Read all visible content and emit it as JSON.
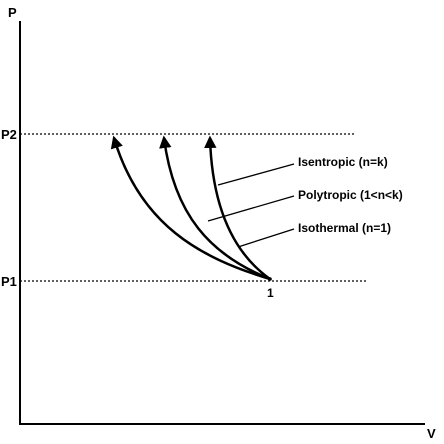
{
  "colors": {
    "background": "#ffffff",
    "ink": "#000000"
  },
  "axes": {
    "y_label": "P",
    "x_label": "V"
  },
  "pressure_levels": {
    "p1_label": "P1",
    "p2_label": "P2"
  },
  "state_point": {
    "label": "1"
  },
  "processes": [
    {
      "label": "Isentropic (n=k)"
    },
    {
      "label": "Polytropic (1<n<k)"
    },
    {
      "label": "Isothermal (n=1)"
    }
  ]
}
